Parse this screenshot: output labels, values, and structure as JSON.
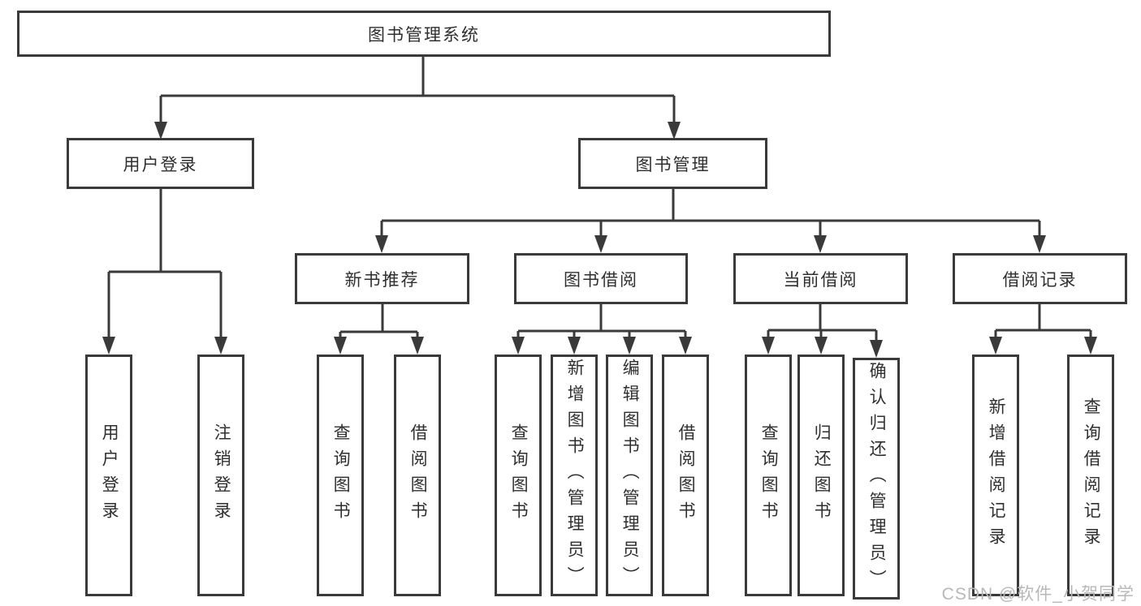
{
  "diagram": {
    "title": {
      "label": "图书管理系统"
    },
    "level2": [
      {
        "label": "用户登录"
      },
      {
        "label": "图书管理"
      }
    ],
    "level3": [
      {
        "label": "新书推荐"
      },
      {
        "label": "图书借阅"
      },
      {
        "label": "当前借阅"
      },
      {
        "label": "借阅记录"
      }
    ],
    "level4_groups": [
      {
        "parent": "用户登录",
        "items": [
          "用户登录",
          "注销登录"
        ]
      },
      {
        "parent": "新书推荐",
        "items": [
          "查询图书",
          "借阅图书"
        ]
      },
      {
        "parent": "图书借阅",
        "items": [
          "查询图书",
          "新增图书（管理员）",
          "编辑图书（管理员）",
          "借阅图书"
        ]
      },
      {
        "parent": "当前借阅",
        "items": [
          "查询图书",
          "归还图书",
          "确认归还（管理员）"
        ]
      },
      {
        "parent": "借阅记录",
        "items": [
          "新增借阅记录",
          "查询借阅记录"
        ]
      }
    ]
  },
  "watermark": {
    "text": "CSDN @软件_小贺同学"
  },
  "colors": {
    "line": "#3a3a3a",
    "border": "#3a3a3a",
    "text": "#2f2f2f",
    "background": "#ffffff",
    "watermark": "#b8b8b8"
  }
}
